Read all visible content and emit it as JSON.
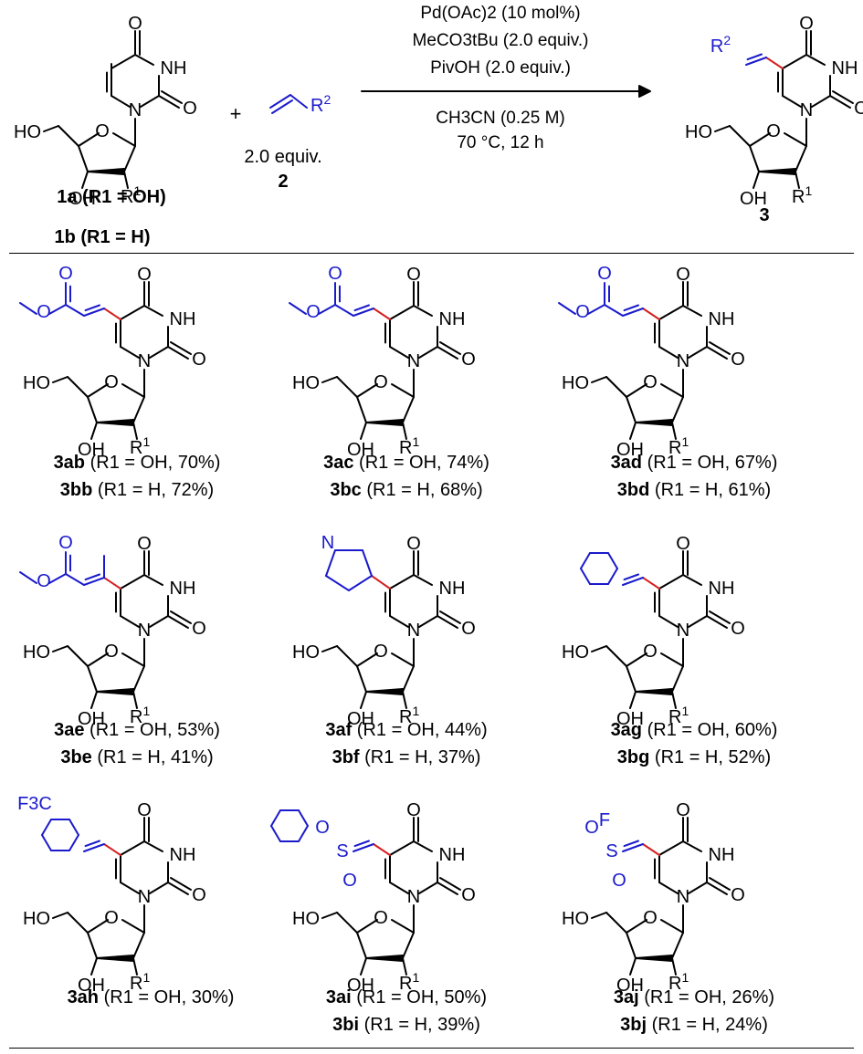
{
  "scheme": {
    "conditions": [
      "Pd(OAc)2 (10 mol%)",
      "MeCO3tBu (2.0 equiv.)",
      "PivOH (2.0 equiv.)",
      "CH3CN (0.25 M)",
      "70 °C, 12 h"
    ],
    "plus": "+",
    "reagent_equiv": "2.0 equiv.",
    "reagent_label": "2",
    "product_label": "3",
    "substrate_labels": [
      "1a (R1 = OH)",
      "1b (R1 = H)"
    ]
  },
  "atoms": {
    "O": "O",
    "NH": "NH",
    "N": "N",
    "HO": "HO",
    "OH": "OH",
    "R1": "R1",
    "R2": "R2",
    "F3C": "F3C",
    "S": "S",
    "F": "F"
  },
  "products": [
    {
      "id": "3ab",
      "text": "(R1 = OH, 70%)",
      "id2": "3bb",
      "text2": "(R1 = H, 72%)"
    },
    {
      "id": "3ac",
      "text": "(R1 = OH, 74%)",
      "id2": "3bc",
      "text2": "(R1 = H, 68%)"
    },
    {
      "id": "3ad",
      "text": "(R1 = OH, 67%)",
      "id2": "3bd",
      "text2": "(R1 = H, 61%)"
    },
    {
      "id": "3ae",
      "text": "(R1 = OH, 53%)",
      "id2": "3be",
      "text2": "(R1 = H, 41%)"
    },
    {
      "id": "3af",
      "text": "(R1 = OH, 44%)",
      "id2": "3bf",
      "text2": "(R1 = H, 37%)"
    },
    {
      "id": "3ag",
      "text": "(R1 = OH, 60%)",
      "id2": "3bg",
      "text2": "(R1 = H, 52%)"
    },
    {
      "id": "3ah",
      "text": "(R1 = OH, 30%)",
      "id2": "",
      "text2": ""
    },
    {
      "id": "3ai",
      "text": "(R1 = OH, 50%)",
      "id2": "3bi",
      "text2": "(R1 = H, 39%)"
    },
    {
      "id": "3aj",
      "text": "(R1 = OH, 26%)",
      "id2": "3bj",
      "text2": "(R1 = H, 24%)"
    }
  ],
  "colors": {
    "substituent": "#1a1acc",
    "new_bond": "#d42020",
    "bond": "#000000"
  }
}
